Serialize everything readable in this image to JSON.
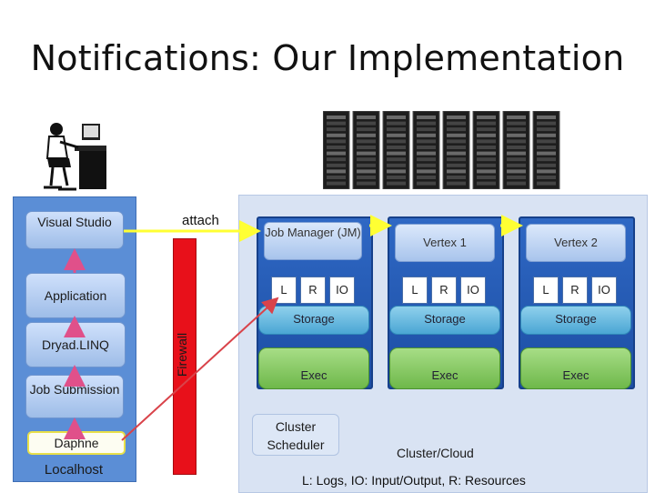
{
  "title": "Notifications: Our Implementation",
  "localhost": {
    "items": [
      {
        "key": "visual_studio",
        "label": "Visual Studio"
      },
      {
        "key": "application",
        "label": "Application"
      },
      {
        "key": "dryadlinq",
        "label": "Dryad.LINQ"
      },
      {
        "key": "job_submission",
        "label": "Job Submission"
      },
      {
        "key": "daphne",
        "label": "Daphne"
      }
    ],
    "footer": "Localhost"
  },
  "firewall": "Firewall",
  "attach": "attach",
  "cluster": {
    "nodes": [
      {
        "title": "Job Manager (JM)",
        "l": "L",
        "r": "R",
        "io": "IO",
        "storage": "Storage",
        "exec": "Exec"
      },
      {
        "title": "Vertex 1",
        "l": "L",
        "r": "R",
        "io": "IO",
        "storage": "Storage",
        "exec": "Exec"
      },
      {
        "title": "Vertex 2",
        "l": "L",
        "r": "R",
        "io": "IO",
        "storage": "Storage",
        "exec": "Exec"
      }
    ],
    "scheduler": "Cluster Scheduler",
    "label": "Cluster/Cloud"
  },
  "legend": "L: Logs, IO: Input/Output, R: Resources",
  "colors": {
    "arrow_yellow": "#ffff33",
    "arrow_pink": "#e0508a",
    "firewall": "#e8101a",
    "arrow_red": "#d9434a"
  }
}
